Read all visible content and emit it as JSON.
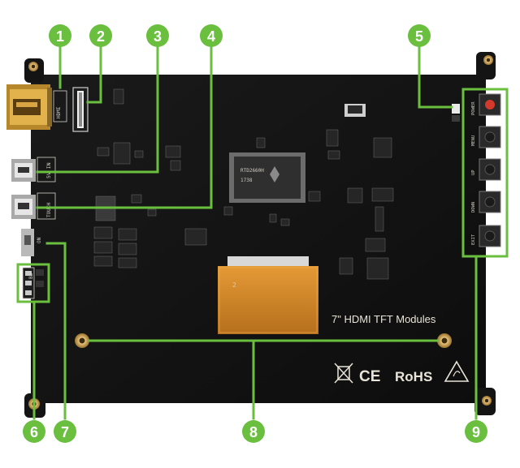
{
  "board": {
    "model_text": "7\" HDMI TFT Modules",
    "cert_ce": "CE",
    "cert_rohs": "RoHS",
    "chip_text_1": "RTD2660H",
    "chip_text_2": "1738",
    "silk": {
      "hdmi": "HDMI",
      "usb_5v": "5V IN",
      "usb_touch": "TOUCH",
      "power_switch": "ON",
      "backlight": "BL",
      "btn_power": "POWER",
      "btn_menu": "MENU",
      "btn_up": "UP",
      "btn_down": "DOWN",
      "btn_exit": "EXIT"
    }
  },
  "callouts": [
    {
      "label": "1"
    },
    {
      "label": "2"
    },
    {
      "label": "3"
    },
    {
      "label": "4"
    },
    {
      "label": "5"
    },
    {
      "label": "6"
    },
    {
      "label": "7"
    },
    {
      "label": "8"
    },
    {
      "label": "9"
    }
  ],
  "colors": {
    "callout_green": "#6abf3f",
    "pcb": "#121212",
    "gold": "#c9a24a",
    "flex": "#d98c2a"
  }
}
